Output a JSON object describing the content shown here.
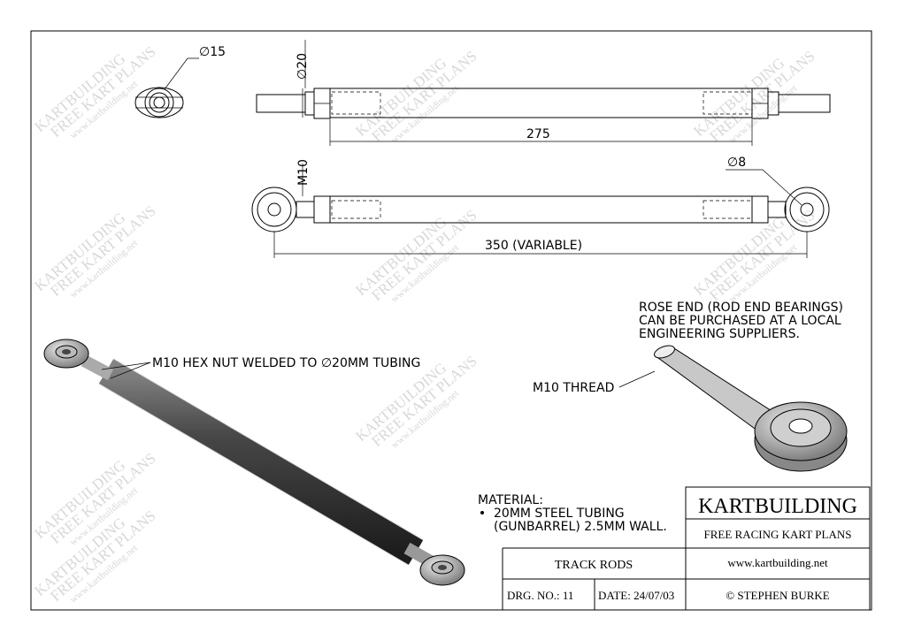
{
  "drawing": {
    "dimensions": {
      "nut_diameter": "∅15",
      "tube_diameter": "∅20",
      "tube_length": "275",
      "thread": "M10",
      "bore_diameter": "∅8",
      "overall_length": "350 (VARIABLE)"
    },
    "notes": {
      "hex_nut": "M10 HEX NUT WELDED TO  ∅20MM TUBING",
      "rose_end_lines": [
        "ROSE END (ROD END BEARINGS)",
        "CAN BE PURCHASED AT A LOCAL",
        "ENGINEERING SUPPLIERS."
      ],
      "thread": "M10 THREAD",
      "material_heading": "MATERIAL:",
      "material_lines": [
        "20MM STEEL TUBING",
        "(GUNBARREL) 2.5MM WALL."
      ]
    },
    "watermark": {
      "line1": "KARTBUILDING",
      "line2": "FREE KART PLANS",
      "line3": "www.kartbuilding.net"
    }
  },
  "title_block": {
    "company": "KARTBUILDING",
    "tagline": "FREE RACING KART PLANS",
    "title": "TRACK RODS",
    "website": "www.kartbuilding.net",
    "drawing_number": "DRG. NO.:  11",
    "date": "DATE: 24/07/03",
    "copyright": "© STEPHEN BURKE"
  }
}
